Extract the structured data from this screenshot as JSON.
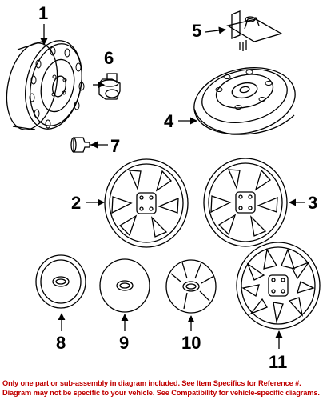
{
  "callouts": {
    "c1": "1",
    "c2": "2",
    "c3": "3",
    "c4": "4",
    "c5": "5",
    "c6": "6",
    "c7": "7",
    "c8": "8",
    "c9": "9",
    "c10": "10",
    "c11": "11"
  },
  "disclaimer": {
    "line1": "Only one part or sub-assembly in diagram included. See Item Specifics for Reference #.",
    "line2": "Diagram may not be specific to your vehicle. See Compatibility for vehicle-specific diagrams."
  },
  "colors": {
    "line": "#000000",
    "disclaimer_text": "#c00000",
    "background": "#ffffff"
  }
}
